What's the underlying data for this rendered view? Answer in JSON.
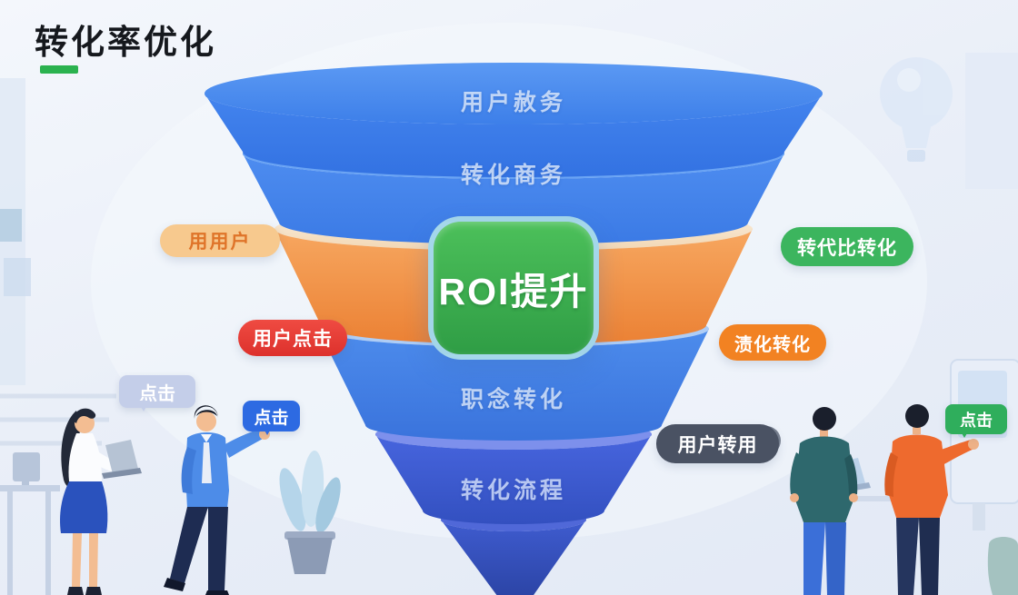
{
  "title": {
    "text": "转化率优化",
    "underline_color": "#2bb24f"
  },
  "funnel": {
    "layers": [
      {
        "label": "用户赦务",
        "color": "#3c7eeb"
      },
      {
        "label": "转化商务",
        "color": "#4485ec"
      },
      {
        "label": "",
        "color": "#f09a4e"
      },
      {
        "label": "职念转化",
        "color": "#4583e6"
      },
      {
        "label": "转化流程",
        "color": "#3e5ed2"
      }
    ],
    "badge": {
      "label": "ROI提升",
      "color": "#35ad4e"
    }
  },
  "tags": {
    "left": [
      {
        "label": "用用户",
        "bg": "#f7c98e",
        "fg": "#df7429"
      },
      {
        "label": "用户点击",
        "bg": "#e63b35",
        "fg": "#ffffff"
      }
    ],
    "right": [
      {
        "label": "转代比转化",
        "bg": "#3cb55e",
        "fg": "#ffffff"
      },
      {
        "label": "渍化转化",
        "bg": "#f28222",
        "fg": "#ffffff"
      },
      {
        "label": "用户转用",
        "bg": "#4a5263",
        "fg": "#ffffff"
      }
    ],
    "bubbles": [
      {
        "label": "点击",
        "bg": "#c4cee9",
        "fg": "#ffffff"
      },
      {
        "label": "点击",
        "bg": "#2d6ae2",
        "fg": "#ffffff"
      },
      {
        "label": "点击",
        "bg": "#2fae5c",
        "fg": "#ffffff"
      }
    ]
  }
}
